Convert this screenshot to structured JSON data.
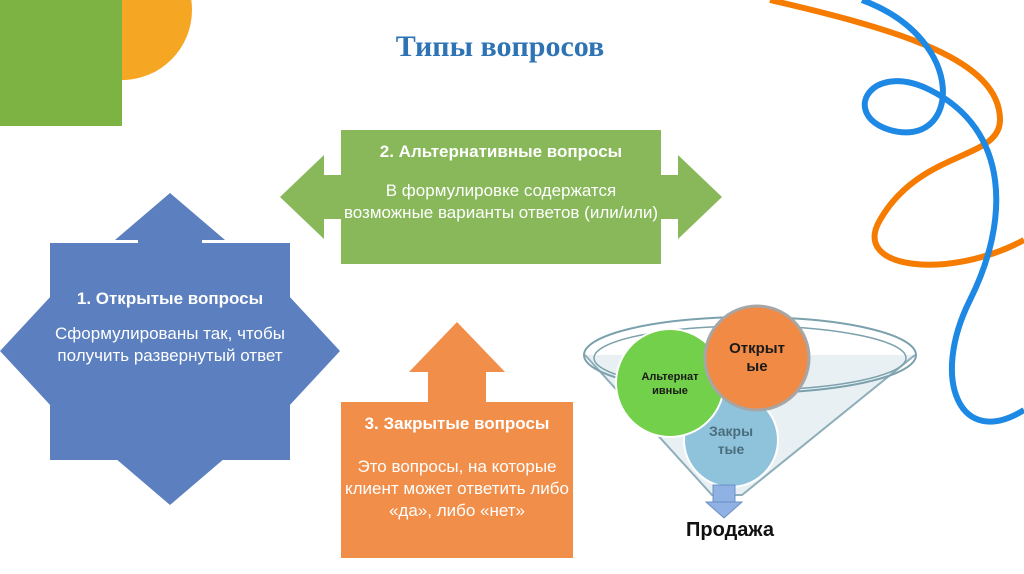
{
  "title": "Типы вопросов",
  "open_questions": {
    "header": "1. Открытые вопросы",
    "text": "Сформулированы так, чтобы получить развернутый ответ"
  },
  "alternative_questions": {
    "header": "2. Альтернативные вопросы",
    "text": "В формулировке содержатся возможные варианты ответов (или/или)"
  },
  "closed_questions": {
    "header": "3. Закрытые вопросы",
    "text": "Это вопросы, на которые клиент может ответить либо «да», либо «нет»"
  },
  "funnel": {
    "alternative_line1": "Альтернат",
    "alternative_line2": "ивные",
    "open_line1": "Открыт",
    "open_line2": "ые",
    "closed_line1": "Закры",
    "closed_line2": "тые",
    "result": "Продажа"
  },
  "colors": {
    "title": "#2e74b5",
    "open": "#5b7fbf",
    "alternative": "#88b85a",
    "closed": "#f18e4a",
    "deco_green": "#7cb342",
    "deco_yellow": "#f5a623",
    "deco_orange": "#f57c00",
    "deco_blue": "#1e88e5"
  }
}
